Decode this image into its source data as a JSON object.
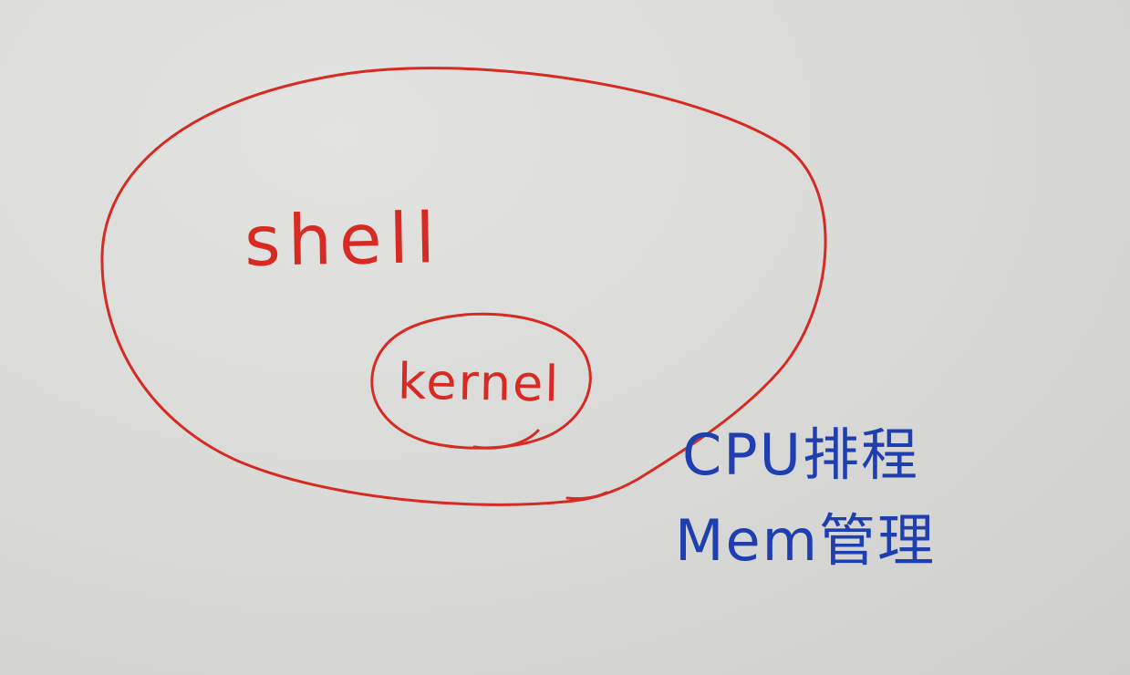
{
  "diagram": {
    "outer_label": "shell",
    "inner_label": "kernel",
    "notes": [
      "CPU排程",
      "Mem管理"
    ],
    "colors": {
      "ink_red": "#d62a22",
      "ink_blue": "#1f3fb0",
      "board": "#d9d9d7"
    }
  }
}
